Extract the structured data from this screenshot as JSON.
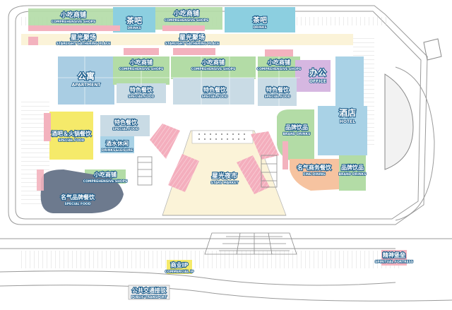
{
  "colors": {
    "comprehensive": "#b3dca6",
    "drinks": "#8ccfe0",
    "apartment": "#a9cde3",
    "office": "#d6b7e1",
    "hotel": "#a9d2e6",
    "special_food": "#c9dbe5",
    "hotpot": "#f5ea6a",
    "famous_dining": "#6d7a8e",
    "market": "#f4b6c2",
    "brand": "#f6c3a0",
    "label_stroke": "#1e5e8c"
  },
  "labels": {
    "top_comp_1": {
      "zh": "小吃商铺",
      "en": "COMPREHENSIVE SHOPS"
    },
    "top_drinks_1": {
      "zh": "茶吧",
      "en": "DRINKS"
    },
    "top_comp_2": {
      "zh": "小吃商铺",
      "en": "COMPREHENSIVE SHOPS"
    },
    "top_drinks_2": {
      "zh": "茶吧",
      "en": "DRINKS"
    },
    "gathering_1": {
      "zh": "星光聚场",
      "en": "STARLIGHT GATHERING PLACE"
    },
    "gathering_2": {
      "zh": "星光聚场",
      "en": "STARLIGHT GATHERING PLACE"
    },
    "apartment": {
      "zh": "公寓",
      "en": "APARTMENT"
    },
    "mid_comp_1": {
      "zh": "小吃商铺",
      "en": "COMPREHENSIVE SHOPS"
    },
    "mid_comp_2": {
      "zh": "小吃商铺",
      "en": "COMPREHENSIVE SHOPS"
    },
    "mid_comp_3": {
      "zh": "小吃商铺",
      "en": "COMPREHENSIVE SHOPS"
    },
    "office": {
      "zh": "办公",
      "en": "OFFICE"
    },
    "special_1": {
      "zh": "特色餐饮",
      "en": "SPECIAL FOOD"
    },
    "special_2": {
      "zh": "特色餐饮",
      "en": "SPECIAL FOOD"
    },
    "special_3": {
      "zh": "特色餐饮",
      "en": "SPECIAL FOOD"
    },
    "special_4": {
      "zh": "特色餐饮",
      "en": "SPECIAL FOOD"
    },
    "hotpot": {
      "zh": "酒吧＆火锅餐饮",
      "en": "SPECIAL FOOD"
    },
    "drinks_leisure": {
      "zh": "酒水休闲",
      "en": "DRINKS&LEISURE"
    },
    "brand_drinks": {
      "zh": "品牌饮品",
      "en": "BRAND DRINKS"
    },
    "hotel": {
      "zh": "酒店",
      "en": "HOTEL"
    },
    "stars_market": {
      "zh": "星光夜市",
      "en": "STARS MARKET"
    },
    "fine_dining": {
      "zh": "名气商务餐饮",
      "en": "FINE DINING"
    },
    "brand_drinks_2": {
      "zh": "品牌饮品",
      "en": "BRAND DRINKS"
    },
    "low_comp": {
      "zh": "小吃商铺",
      "en": "COMPREHENSIVE SHOPS"
    },
    "famous_food": {
      "zh": "名气品牌餐饮",
      "en": "SPECIAL FOOD"
    },
    "commercial_ip": {
      "zh": "商业IP",
      "en": "COMMERCIAL IP"
    },
    "fortress": {
      "zh": "精神堡垒",
      "en": "SPIRITUAL FORTRESS"
    },
    "public_transport": {
      "zh": "公共交通接驳",
      "en": "PUBLIC TRANSPORT"
    }
  }
}
